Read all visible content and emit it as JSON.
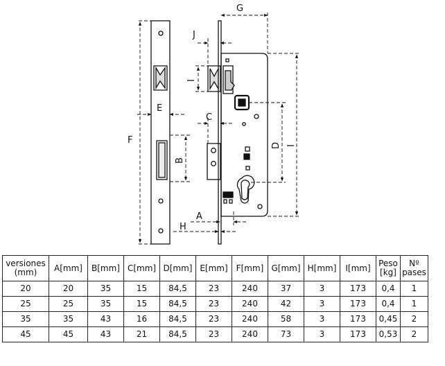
{
  "drawing": {
    "labels": {
      "a": "A",
      "b": "B",
      "c": "C",
      "d": "D",
      "e": "E",
      "f": "F",
      "g": "G",
      "h": "H",
      "i": "I",
      "j": "J"
    }
  },
  "table": {
    "headers": [
      [
        "versiones",
        "(mm)"
      ],
      [
        "A[mm]"
      ],
      [
        "B[mm]"
      ],
      [
        "C[mm]"
      ],
      [
        "D[mm]"
      ],
      [
        "E[mm]"
      ],
      [
        "F[mm]"
      ],
      [
        "G[mm]"
      ],
      [
        "H[mm]"
      ],
      [
        "I[mm]"
      ],
      [
        "Peso",
        "[kg]"
      ],
      [
        "Nº",
        "pases"
      ]
    ],
    "rows": [
      [
        "20",
        "20",
        "35",
        "15",
        "84,5",
        "23",
        "240",
        "37",
        "3",
        "173",
        "0,4",
        "1"
      ],
      [
        "25",
        "25",
        "35",
        "15",
        "84,5",
        "23",
        "240",
        "42",
        "3",
        "173",
        "0,4",
        "1"
      ],
      [
        "35",
        "35",
        "43",
        "16",
        "84,5",
        "23",
        "240",
        "58",
        "3",
        "173",
        "0,45",
        "2"
      ],
      [
        "45",
        "45",
        "43",
        "21",
        "84,5",
        "23",
        "240",
        "73",
        "3",
        "173",
        "0,53",
        "2"
      ]
    ]
  }
}
